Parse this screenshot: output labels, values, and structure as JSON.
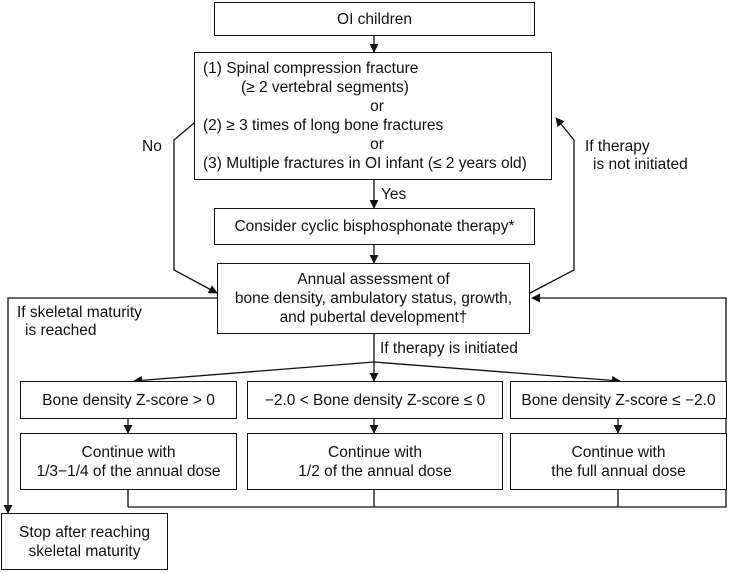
{
  "boxes": {
    "start": "OI children",
    "criteria": {
      "c1": "(1) Spinal compression fracture",
      "c1b": "(≥ 2 vertebral segments)",
      "or1": "or",
      "c2": "(2) ≥ 3 times of long bone fractures",
      "or2": "or",
      "c3": "(3) Multiple fractures in OI infant (≤ 2 years old)"
    },
    "consider": "Consider cyclic bisphosphonate therapy*",
    "assessment": {
      "l1": "Annual assessment of",
      "l2": "bone density, ambulatory status, growth,",
      "l3": "and pubertal development†"
    },
    "zscore_left": "Bone density Z-score > 0",
    "zscore_mid": "−2.0 < Bone density Z-score ≤ 0",
    "zscore_right": "Bone density Z-score ≤ −2.0",
    "dose_left": {
      "l1": "Continue with",
      "l2": "1/3−1/4 of the annual dose"
    },
    "dose_mid": {
      "l1": "Continue with",
      "l2": "1/2 of the annual dose"
    },
    "dose_right": {
      "l1": "Continue with",
      "l2": "the full annual dose"
    },
    "stop": {
      "l1": "Stop after reaching",
      "l2": "skeletal maturity"
    }
  },
  "labels": {
    "no": "No",
    "yes": "Yes",
    "not_initiated": {
      "l1": "If therapy",
      "l2": "is not initiated"
    },
    "skeletal": {
      "l1": "If skeletal maturity",
      "l2": "is reached"
    },
    "initiated": "If therapy is initiated"
  }
}
